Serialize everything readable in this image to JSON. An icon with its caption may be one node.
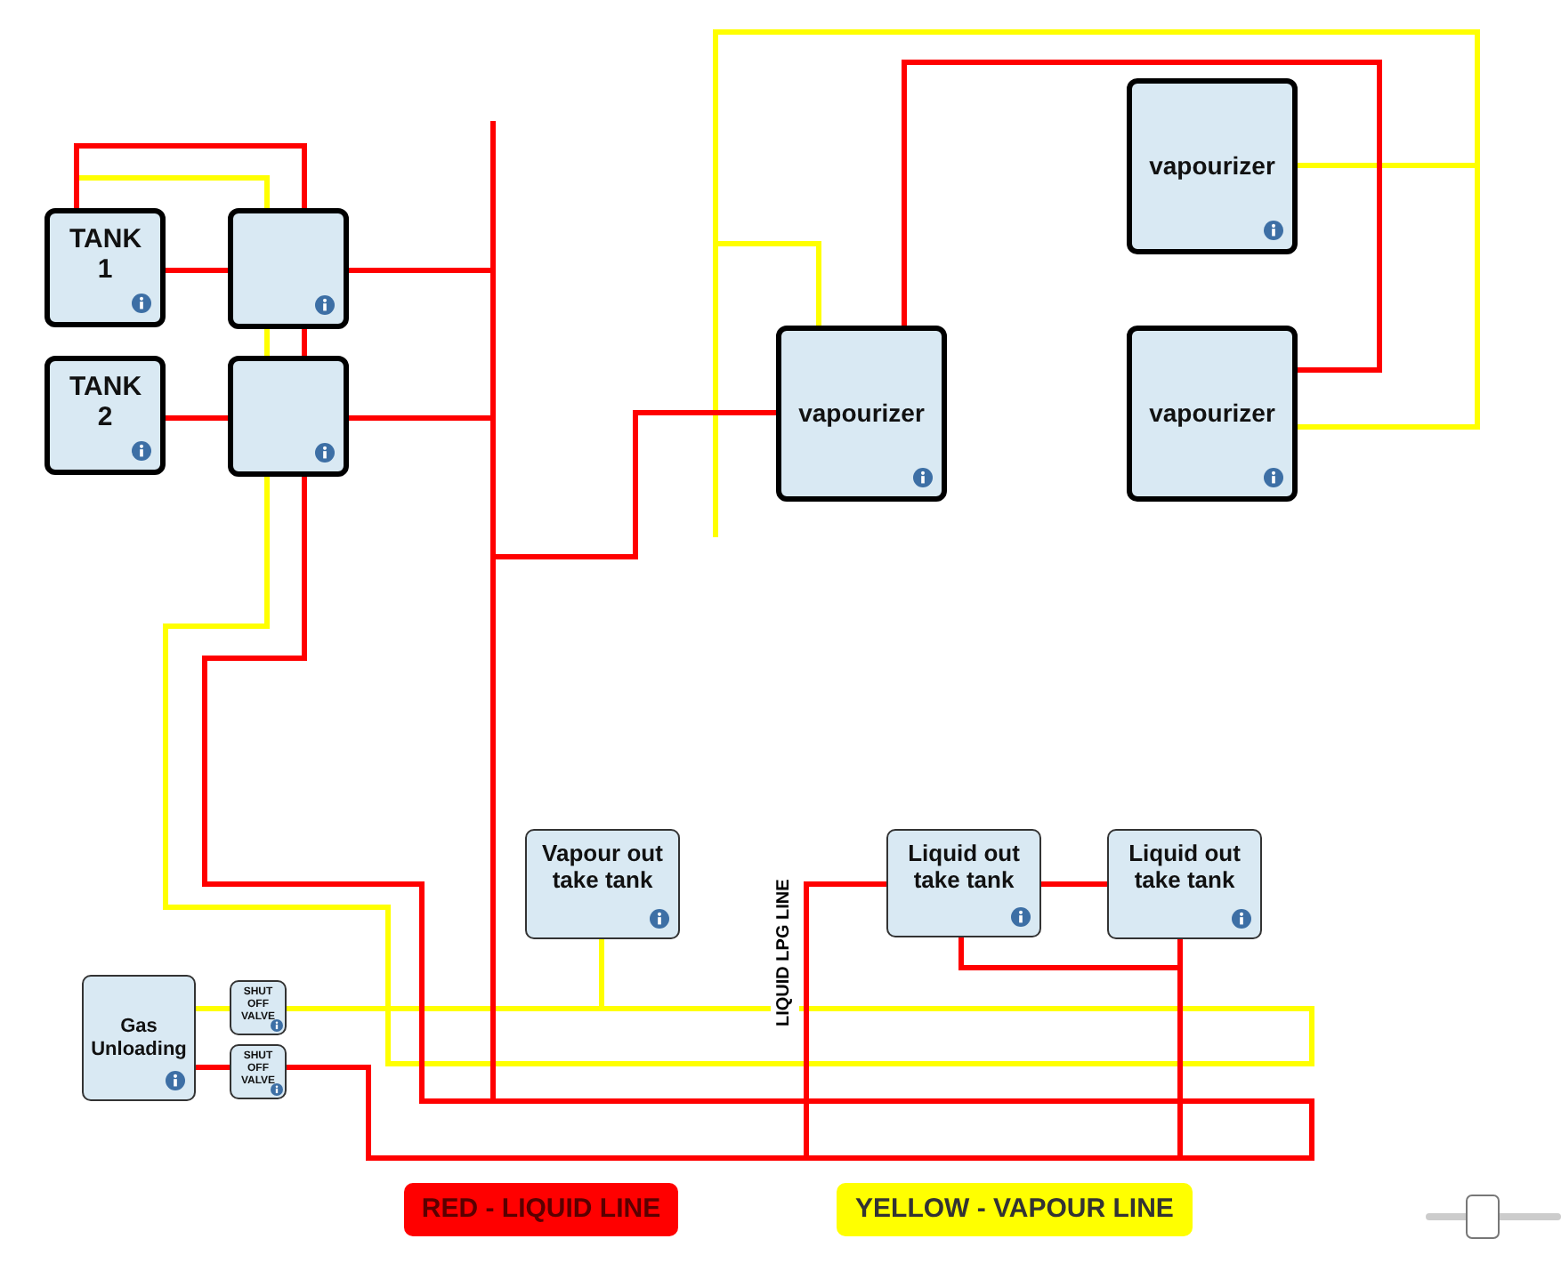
{
  "diagram": {
    "nodes": [
      {
        "text": [
          "TANK 1"
        ]
      },
      {
        "text": [
          "TANK 2"
        ]
      },
      {
        "text": [],
        "shape": "box"
      },
      {
        "text": [],
        "shape": "box"
      },
      {
        "text": [
          "vapourizer"
        ]
      },
      {
        "text": [
          "vapourizer"
        ]
      },
      {
        "text": [
          "vapourizer"
        ]
      },
      {
        "text": [
          "Vapour out take tank"
        ]
      },
      {
        "text": [
          "Liquid out take tank"
        ]
      },
      {
        "text": [
          "Liquid out take tank"
        ]
      },
      {
        "text": [
          "Gas Unloading"
        ]
      },
      {
        "text": [
          "SHUT OFF VALVE"
        ]
      },
      {
        "text": [
          "SHUT OFF VALVE"
        ]
      }
    ],
    "edges": [
      {
        "from": 0,
        "to": 2,
        "arrow": "none"
      },
      {
        "from": 0,
        "to": 2,
        "arrow": "none"
      },
      {
        "from": 1,
        "to": 3,
        "arrow": "none"
      },
      {
        "from": 2,
        "to": 3,
        "arrow": "none"
      },
      {
        "from": 2,
        "to": 4,
        "arrow": "none"
      },
      {
        "from": 3,
        "to": 4,
        "arrow": "none"
      },
      {
        "from": 4,
        "to": 6,
        "arrow": "none"
      },
      {
        "from": 3,
        "to": 12,
        "arrow": "none"
      },
      {
        "from": 8,
        "to": 12,
        "arrow": "none",
        "label": "LIQUID LPG LINE"
      },
      {
        "from": 8,
        "to": 9,
        "arrow": "none"
      },
      {
        "from": 8,
        "to": 9,
        "arrow": "none"
      },
      {
        "from": 9,
        "to": 12,
        "arrow": "none"
      },
      {
        "from": 10,
        "to": 12,
        "arrow": "none"
      },
      {
        "from": 12,
        "to": 4,
        "arrow": "none"
      },
      {
        "from": 0,
        "to": 2,
        "arrow": "none",
        "color": "#ffff00"
      },
      {
        "from": 2,
        "to": 3,
        "arrow": "none",
        "color": "#ffff00"
      },
      {
        "from": 4,
        "to": 5,
        "arrow": "none",
        "color": "#ffff00"
      },
      {
        "from": 4,
        "to": 6,
        "arrow": "none",
        "color": "#ffff00"
      },
      {
        "from": 5,
        "to": 6,
        "arrow": "none",
        "color": "#ffff00"
      },
      {
        "from": 3,
        "to": 11,
        "arrow": "none",
        "color": "#ffff00"
      },
      {
        "from": 7,
        "to": 11,
        "arrow": "none",
        "color": "#ffff00"
      },
      {
        "from": 10,
        "to": 11,
        "arrow": "none",
        "color": "#ffff00"
      }
    ],
    "legend": [
      {
        "text": "RED - LIQUID LINE",
        "color": "#ff0000"
      },
      {
        "text": "YELLOW - VAPOUR LINE",
        "color": "#ffff00"
      }
    ]
  }
}
